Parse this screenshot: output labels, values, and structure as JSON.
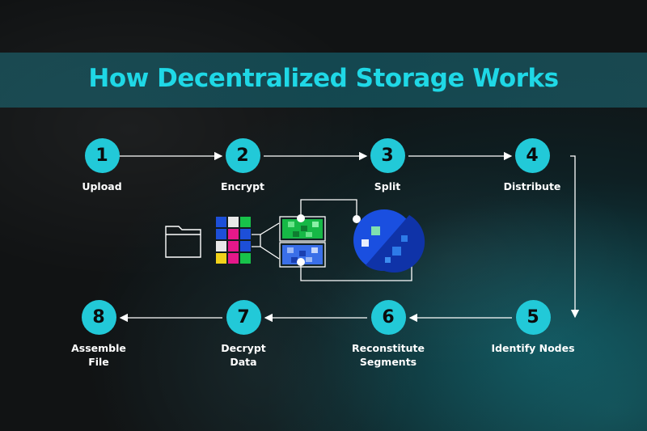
{
  "title": "How Decentralized Storage Works",
  "steps": [
    {
      "number": "1",
      "label": "Upload"
    },
    {
      "number": "2",
      "label": "Encrypt"
    },
    {
      "number": "3",
      "label": "Split"
    },
    {
      "number": "4",
      "label": "Distribute"
    },
    {
      "number": "5",
      "label": "Identify Nodes"
    },
    {
      "number": "6",
      "label_line1": "Reconstitute",
      "label_line2": "Segments"
    },
    {
      "number": "7",
      "label_line1": "Decrypt",
      "label_line2": "Data"
    },
    {
      "number": "8",
      "label_line1": "Assemble",
      "label_line2": "File"
    }
  ],
  "colors": {
    "accent": "#22c9d8",
    "title": "#1fd8e6",
    "globe": "#1a4fe0",
    "green": "#16c44a",
    "blue": "#3a6fe8"
  }
}
